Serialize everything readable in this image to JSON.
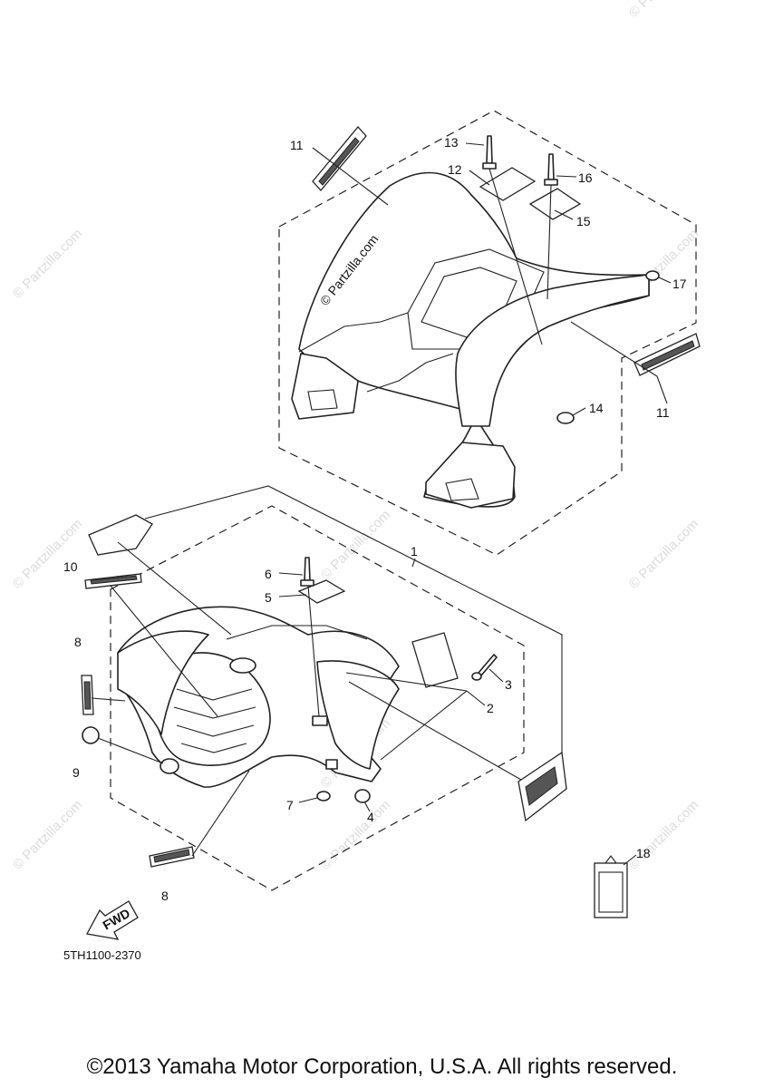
{
  "watermark": {
    "text": "© Partzilla.com",
    "main_text": "© Partzilla.com"
  },
  "callouts": {
    "c1": "1",
    "c2": "2",
    "c3": "3",
    "c4": "4",
    "c5": "5",
    "c6": "6",
    "c7": "7",
    "c8a": "8",
    "c8b": "8",
    "c9": "9",
    "c10": "10",
    "c11a": "11",
    "c11b": "11",
    "c12": "12",
    "c13": "13",
    "c14": "14",
    "c15": "15",
    "c16": "16",
    "c17": "17",
    "c18": "18"
  },
  "fwd_label": "FWD",
  "diagram_code": "5TH1100-2370",
  "copyright": "©2013 Yamaha Motor Corporation, U.S.A. All rights reserved."
}
